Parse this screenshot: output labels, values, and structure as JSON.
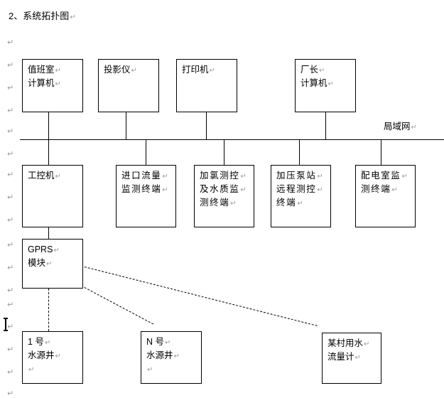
{
  "document": {
    "title": "2、系统拓扑图",
    "pilcrow": "↵"
  },
  "diagram": {
    "lan_label": "局域网",
    "top_row": [
      {
        "id": "duty-room-computer",
        "lines": [
          "值班室",
          "计算机"
        ]
      },
      {
        "id": "projector",
        "lines": [
          "投影仪"
        ]
      },
      {
        "id": "printer",
        "lines": [
          "打印机"
        ]
      },
      {
        "id": "director-computer",
        "lines": [
          "厂长",
          "计算机"
        ]
      }
    ],
    "second_row": [
      {
        "id": "industrial-control-computer",
        "lines": [
          "工控机"
        ]
      },
      {
        "id": "inlet-flow-monitoring-terminal",
        "lines": [
          "进口流量",
          "监测终端"
        ]
      },
      {
        "id": "chlorine-and-water-quality-terminal",
        "lines": [
          "加氯测控",
          "及水质监",
          "测终端"
        ]
      },
      {
        "id": "booster-pump-station-remote-terminal",
        "lines": [
          "加压泵站",
          "远程测控",
          "终端"
        ]
      },
      {
        "id": "power-distribution-room-terminal",
        "lines": [
          "配电室监",
          "测终端"
        ]
      }
    ],
    "gprs": {
      "id": "gprs-module",
      "lines": [
        "GPRS",
        "模块"
      ]
    },
    "bottom_row": [
      {
        "id": "water-source-well-1",
        "lines": [
          "1 号",
          "水源井",
          ""
        ]
      },
      {
        "id": "water-source-well-n",
        "lines": [
          "N 号",
          "水源井",
          ""
        ]
      },
      {
        "id": "village-water-flow-meter",
        "lines": [
          "某村用水",
          "流量计"
        ]
      }
    ]
  },
  "margin_marks": {
    "symbol": "↵",
    "positions": [
      55,
      87,
      119,
      151,
      180,
      212,
      241,
      273,
      305,
      340,
      372,
      404,
      424,
      455,
      487,
      519,
      549
    ]
  },
  "colors": {
    "ink": "#000000",
    "paper": "#ffffff",
    "mark": "#9a9a9a"
  }
}
